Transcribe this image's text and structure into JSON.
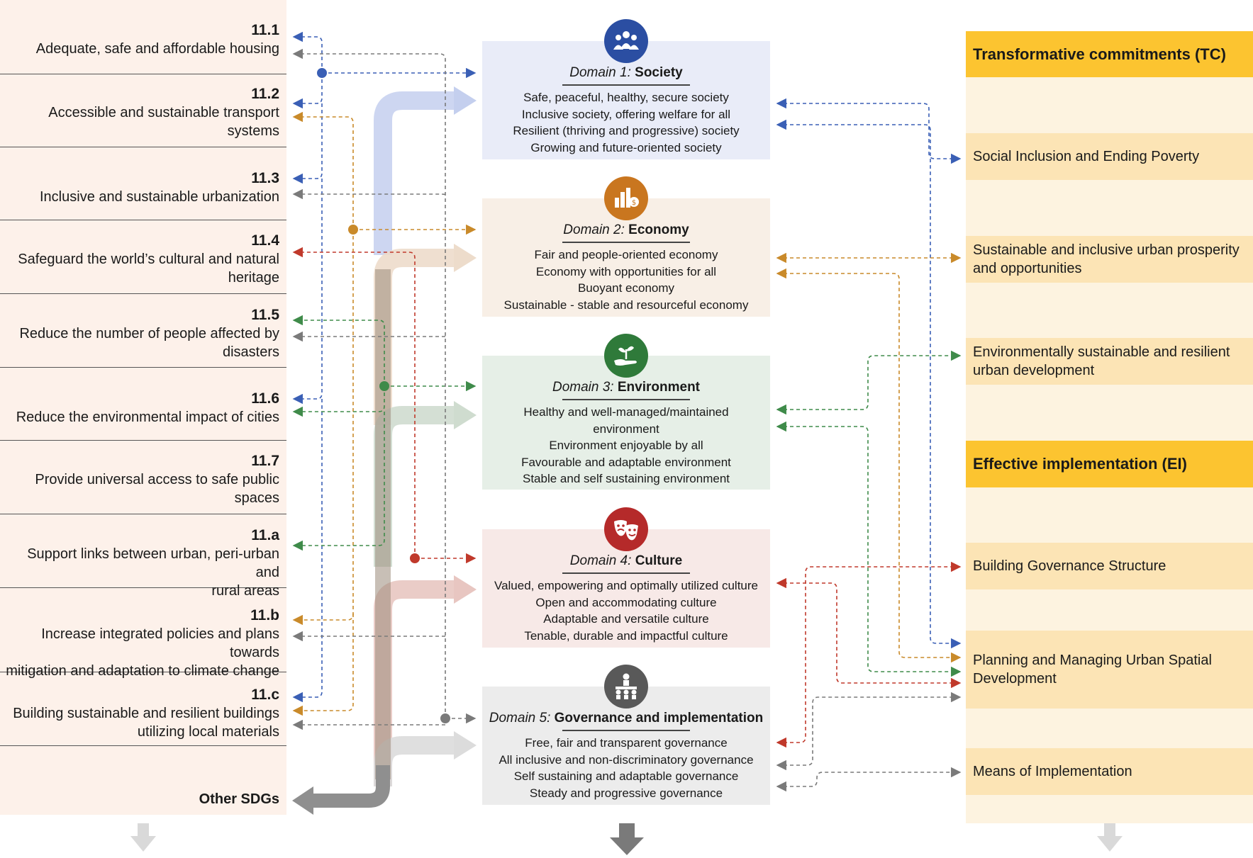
{
  "targets": [
    {
      "num": "11.1",
      "lines": [
        "Adequate, safe and affordable housing"
      ]
    },
    {
      "num": "11.2",
      "lines": [
        "Accessible and sustainable transport",
        "systems"
      ]
    },
    {
      "num": "11.3",
      "lines": [
        "Inclusive and sustainable urbanization"
      ]
    },
    {
      "num": "11.4",
      "lines": [
        "Safeguard the world’s cultural and natural",
        "heritage"
      ]
    },
    {
      "num": "11.5",
      "lines": [
        "Reduce the number of people affected by",
        "disasters"
      ]
    },
    {
      "num": "11.6",
      "lines": [
        "Reduce the environmental impact of cities"
      ]
    },
    {
      "num": "11.7",
      "lines": [
        "Provide universal access to safe public",
        "spaces"
      ]
    },
    {
      "num": "11.a",
      "lines": [
        "Support links between urban, peri-urban and",
        "rural areas"
      ]
    },
    {
      "num": "11.b",
      "lines": [
        "Increase integrated policies and plans towards",
        "mitigation and adaptation to climate change"
      ]
    },
    {
      "num": "11.c",
      "lines": [
        "Building sustainable and resilient buildings",
        "utilizing local materials"
      ]
    }
  ],
  "other_sdgs": "Other SDGs",
  "domains": [
    {
      "prefix": "Domain 1:",
      "name": "Society",
      "color": "#2b4ea2",
      "bg": "#e9ecf8",
      "icon": "people-icon",
      "items": [
        "Safe, peaceful, healthy, secure society",
        "Inclusive society, offering welfare for all",
        "Resilient  (thriving and progressive) society",
        "Growing and future-oriented society"
      ]
    },
    {
      "prefix": "Domain 2:",
      "name": "Economy",
      "color": "#c9761f",
      "bg": "#f8efe6",
      "icon": "bar-chart-coin-icon",
      "items": [
        "Fair and people-oriented economy",
        "Economy with opportunities for all",
        "Buoyant economy",
        "Sustainable - stable and resourceful economy"
      ]
    },
    {
      "prefix": "Domain 3:",
      "name": "Environment",
      "color": "#2f7a3a",
      "bg": "#e6efe7",
      "icon": "plant-in-hand-icon",
      "items": [
        "Healthy and well-managed/maintained",
        "environment",
        "Environment enjoyable by all",
        "Favourable and adaptable environment",
        "Stable and self sustaining environment"
      ]
    },
    {
      "prefix": "Domain 4:",
      "name": "Culture",
      "color": "#b52a2a",
      "bg": "#f7e9e7",
      "icon": "theater-masks-icon",
      "items": [
        "Valued, empowering and optimally utilized culture",
        "Open and accommodating culture",
        "Adaptable and versatile culture",
        "Tenable, durable and impactful  culture"
      ]
    },
    {
      "prefix": "Domain 5:",
      "name": "Governance and implementation",
      "color": "#595959",
      "bg": "#ececec",
      "icon": "meeting-icon",
      "items": [
        "Free, fair and transparent governance",
        "All inclusive and non-discriminatory governance",
        "Self sustaining and adaptable governance",
        "Steady and progressive governance"
      ]
    }
  ],
  "right": {
    "tc_header": "Transformative commitments (TC)",
    "tc_items": [
      {
        "lines": [
          "Social Inclusion and Ending Poverty"
        ]
      },
      {
        "lines": [
          "Sustainable and inclusive urban prosperity",
          "and opportunities"
        ]
      },
      {
        "lines": [
          "Environmentally sustainable and resilient",
          "urban development"
        ]
      }
    ],
    "ei_header": "Effective implementation (EI)",
    "ei_items": [
      {
        "lines": [
          "Building Governance Structure"
        ]
      },
      {
        "lines": [
          "Planning and Managing Urban Spatial",
          "Development"
        ]
      },
      {
        "lines": [
          "Means of Implementation"
        ]
      }
    ]
  },
  "colors": {
    "society": "#3a5fb5",
    "economy": "#c98a2a",
    "environment": "#3f8b4a",
    "culture": "#c0392b",
    "governance": "#7a7a7a",
    "header": "#fcc430"
  }
}
